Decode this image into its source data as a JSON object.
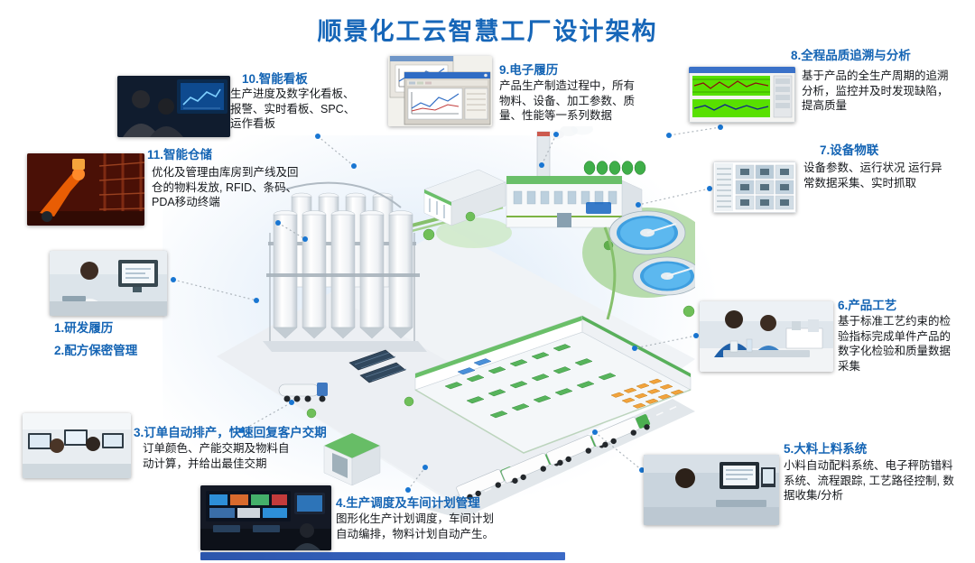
{
  "title": "顺景化工云智慧工厂设计架构",
  "colors": {
    "title": "#1666b8",
    "callout_label": "#1464b4",
    "body_text": "#15181c",
    "connector_dot": "#1976d2",
    "accent_green": "#6abf69",
    "accent_orange": "#f2a33c"
  },
  "callouts": {
    "c1": {
      "label": "1.研发履历"
    },
    "c2": {
      "label": "2.配方保密管理"
    },
    "c3": {
      "label": "3.订单自动排产，快速回复客户交期",
      "text": "订单颜色、产能交期及物料自动计算，并给出最佳交期"
    },
    "c4": {
      "label": "4.生产调度及车间计划管理",
      "text": "图形化生产计划调度，车间计划自动编排，物料计划自动产生。"
    },
    "c5": {
      "label": "5.大料上料系统",
      "text": "小料自动配料系统、电子秤防错料系统、流程跟踪, 工艺路径控制, 数据收集/分析"
    },
    "c6": {
      "label": "6.产品工艺",
      "text": "基于标准工艺约束的检验指标完成单件产品的数字化检验和质量数据采集"
    },
    "c7": {
      "label": "7.设备物联",
      "text": "设备参数、运行状况 运行异常数据采集、实时抓取"
    },
    "c8": {
      "label": "8.全程品质追溯与分析",
      "text": "基于产品的全生产周期的追溯分析，监控并及时发现缺陷，提高质量"
    },
    "c9": {
      "label": "9.电子履历",
      "text": "产品生产制造过程中，所有物料、设备、加工参数、质量、性能等一系列数据"
    },
    "c10": {
      "label": "10.智能看板",
      "text": "生产进度及数字化看板、报警、实时看板、SPC、运作看板"
    },
    "c11": {
      "label": "11.智能仓储",
      "text": "优化及管理由库房到产线及回仓的物料发放, RFID、条码、PDA移动终端"
    }
  },
  "images": {
    "kanban": "meeting-dashboard-photo",
    "warehouse": "automated-warehouse-robot-photo",
    "rd": "engineer-at-computer-photo",
    "office": "order-planning-office-photo",
    "controlroom": "control-room-photo",
    "mes": "electronic-record-software-screenshot",
    "quality": "quality-trace-chart-screenshot",
    "devices": "equipment-iot-grid-screenshot",
    "lab": "product-craft-lab-photo",
    "feeding": "feeding-workstation-photo",
    "center": "smart-factory-isometric-illustration"
  }
}
